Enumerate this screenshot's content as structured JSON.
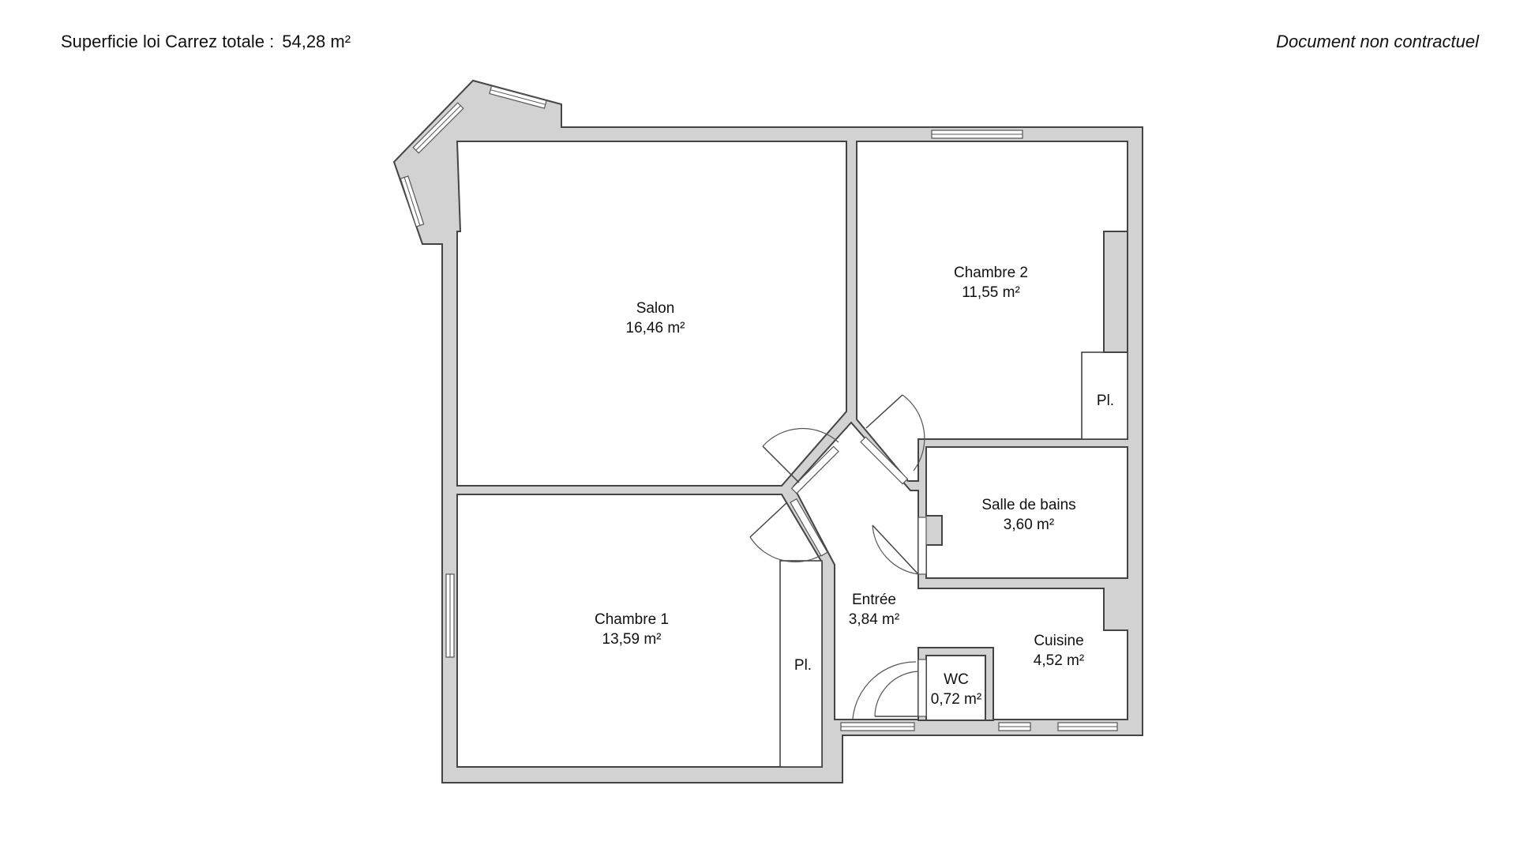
{
  "header": {
    "total_label": "Superficie loi Carrez totale :",
    "total_value": "54,28 m²",
    "disclaimer": "Document non contractuel"
  },
  "rooms": {
    "salon": {
      "name": "Salon",
      "area": "16,46 m²"
    },
    "chambre2": {
      "name": "Chambre 2",
      "area": "11,55 m²"
    },
    "chambre1": {
      "name": "Chambre 1",
      "area": "13,59 m²"
    },
    "sdb": {
      "name": "Salle de bains",
      "area": "3,60 m²"
    },
    "entree": {
      "name": "Entrée",
      "area": "3,84 m²"
    },
    "cuisine": {
      "name": "Cuisine",
      "area": "4,52 m²"
    },
    "wc": {
      "name": "WC",
      "area": "0,72 m²"
    }
  },
  "closets": {
    "chambre2_closet": "Pl.",
    "chambre1_closet": "Pl."
  }
}
